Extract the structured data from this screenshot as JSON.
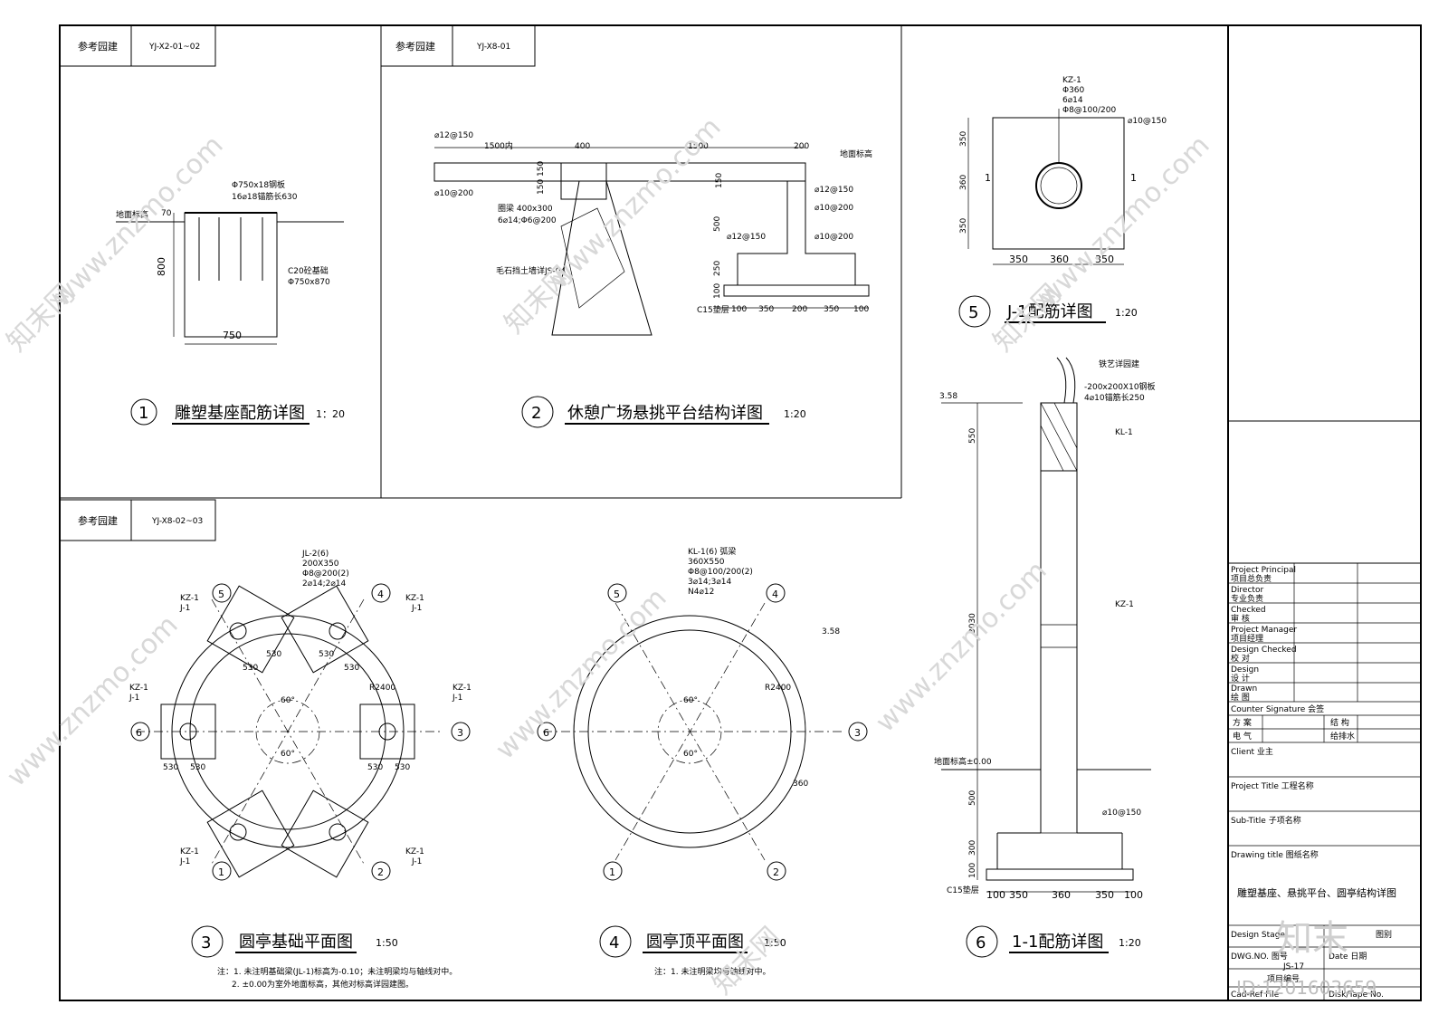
{
  "refs": [
    {
      "label": "参考园建",
      "code": "YJ-X2-01~02"
    },
    {
      "label": "参考园建",
      "code": "YJ-X8-01"
    },
    {
      "label": "参考园建",
      "code": "YJ-X8-02~03"
    }
  ],
  "detail1": {
    "num": "1",
    "title": "雕塑基座配筋详图",
    "scale": "1：20",
    "n1": "Φ750x18钢板",
    "n2": "16⌀18锚筋长630",
    "n3": "C20砼基础",
    "n4": "Φ750x870",
    "ground": "地面标高",
    "d1": "800",
    "d2": "750",
    "d3": "70"
  },
  "detail2": {
    "num": "2",
    "title": "休憩广场悬挑平台结构详图",
    "scale": "1:20",
    "n1": "⌀12@150",
    "n2": "⌀10@200",
    "n3": "圈梁 400x300",
    "n4": "6⌀14;Φ6@200",
    "n5": "毛石挡土墙详JS-04",
    "n6": "⌀12@150",
    "n7": "⌀10@200",
    "n8": "⌀12@150",
    "n9": "⌀10@200",
    "n10": "C15垫层",
    "n11": "地面标高",
    "d1": "1500内",
    "d2": "400",
    "d3": "1500",
    "d4": "200",
    "d5": "150",
    "d6": "150",
    "d7": "150",
    "d8": "500",
    "d9": "250",
    "d10": "100",
    "b1": "100",
    "b2": "350",
    "b3": "200",
    "b4": "350",
    "b5": "100"
  },
  "detail3": {
    "num": "3",
    "title": "圆亭基础平面图",
    "scale": "1:50",
    "beam": [
      "JL-2(6)",
      "200X350",
      "Φ8@200(2)",
      "2⌀14;2⌀14"
    ],
    "kz": "KZ-1",
    "j": "J-1",
    "r": "R2400",
    "a": "60°",
    "dim": "530",
    "axes": [
      "1",
      "2",
      "3",
      "4",
      "5",
      "6"
    ],
    "note1": "注：1. 未注明基础梁(JL-1)标高为-0.10；未注明梁均与轴线对中。",
    "note2": "2. ±0.00为室外地面标高，其他对标高详园建图。"
  },
  "detail4": {
    "num": "4",
    "title": "圆亭顶平面图",
    "scale": "1:50",
    "beam": [
      "KL-1(6) 弧梁",
      "360X550",
      "Φ8@100/200(2)",
      "3⌀14;3⌀14",
      "N4⌀12"
    ],
    "r": "R2400",
    "a": "60°",
    "elev": "3.58",
    "dim": "360",
    "axes": [
      "1",
      "2",
      "3",
      "4",
      "5",
      "6"
    ],
    "note": "注：1. 未注明梁均与轴线对中。"
  },
  "detail5": {
    "num": "5",
    "title": "J-1配筋详图",
    "scale": "1:20",
    "col": [
      "KZ-1",
      "Φ360",
      "6⌀14",
      "Φ8@100/200"
    ],
    "bar": "⌀10@150",
    "d": [
      "350",
      "360",
      "350"
    ],
    "sec": "1"
  },
  "detail6": {
    "num": "6",
    "title": "1-1配筋详图",
    "scale": "1:20",
    "n1": "铁艺详园建",
    "n2": "-200x200X10钢板",
    "n3": "4⌀10锚筋长250",
    "kl": "KL-1",
    "kz": "KZ-1",
    "e1": "3.58",
    "e0": "地面标高±0.00",
    "bar": "⌀10@150",
    "c15": "C15垫层",
    "v": [
      "550",
      "3030",
      "500",
      "300",
      "100"
    ],
    "b": [
      "100",
      "350",
      "360",
      "350",
      "100"
    ]
  },
  "titleblock": {
    "rows": [
      [
        "Project Principal",
        "项目总负责"
      ],
      [
        "Director",
        "专业负责"
      ],
      [
        "Checked",
        "审  核"
      ],
      [
        "Project Manager",
        "项目经理"
      ],
      [
        "Design Checked",
        "校  对"
      ],
      [
        "Design",
        "设  计"
      ],
      [
        "Drawn",
        "绘  图"
      ]
    ],
    "counter": "Counter Signature  会签",
    "cs": [
      "方  案",
      "结  构",
      "电  气",
      "给排水"
    ],
    "client": "Client  业主",
    "project": "Project Title  工程名称",
    "subtitle": "Sub-Title  子项名称",
    "drawing": "Drawing title   图纸名称",
    "drawing_name": "雕塑基座、悬挑平台、圆亭结构详图",
    "stage": "Design Stage.",
    "stage_val": "图别",
    "dwg": "DWG.NO. 图号",
    "date": "Date 日期",
    "dwg_val": "JS-17",
    "project_no": "项目编号",
    "cad": "Cad-Ref File",
    "disk": "Disk/Tape No."
  },
  "watermark": {
    "site": "www.znzmo.com",
    "brand": "知末网",
    "logo": "知末",
    "id": "ID:1201603659"
  }
}
